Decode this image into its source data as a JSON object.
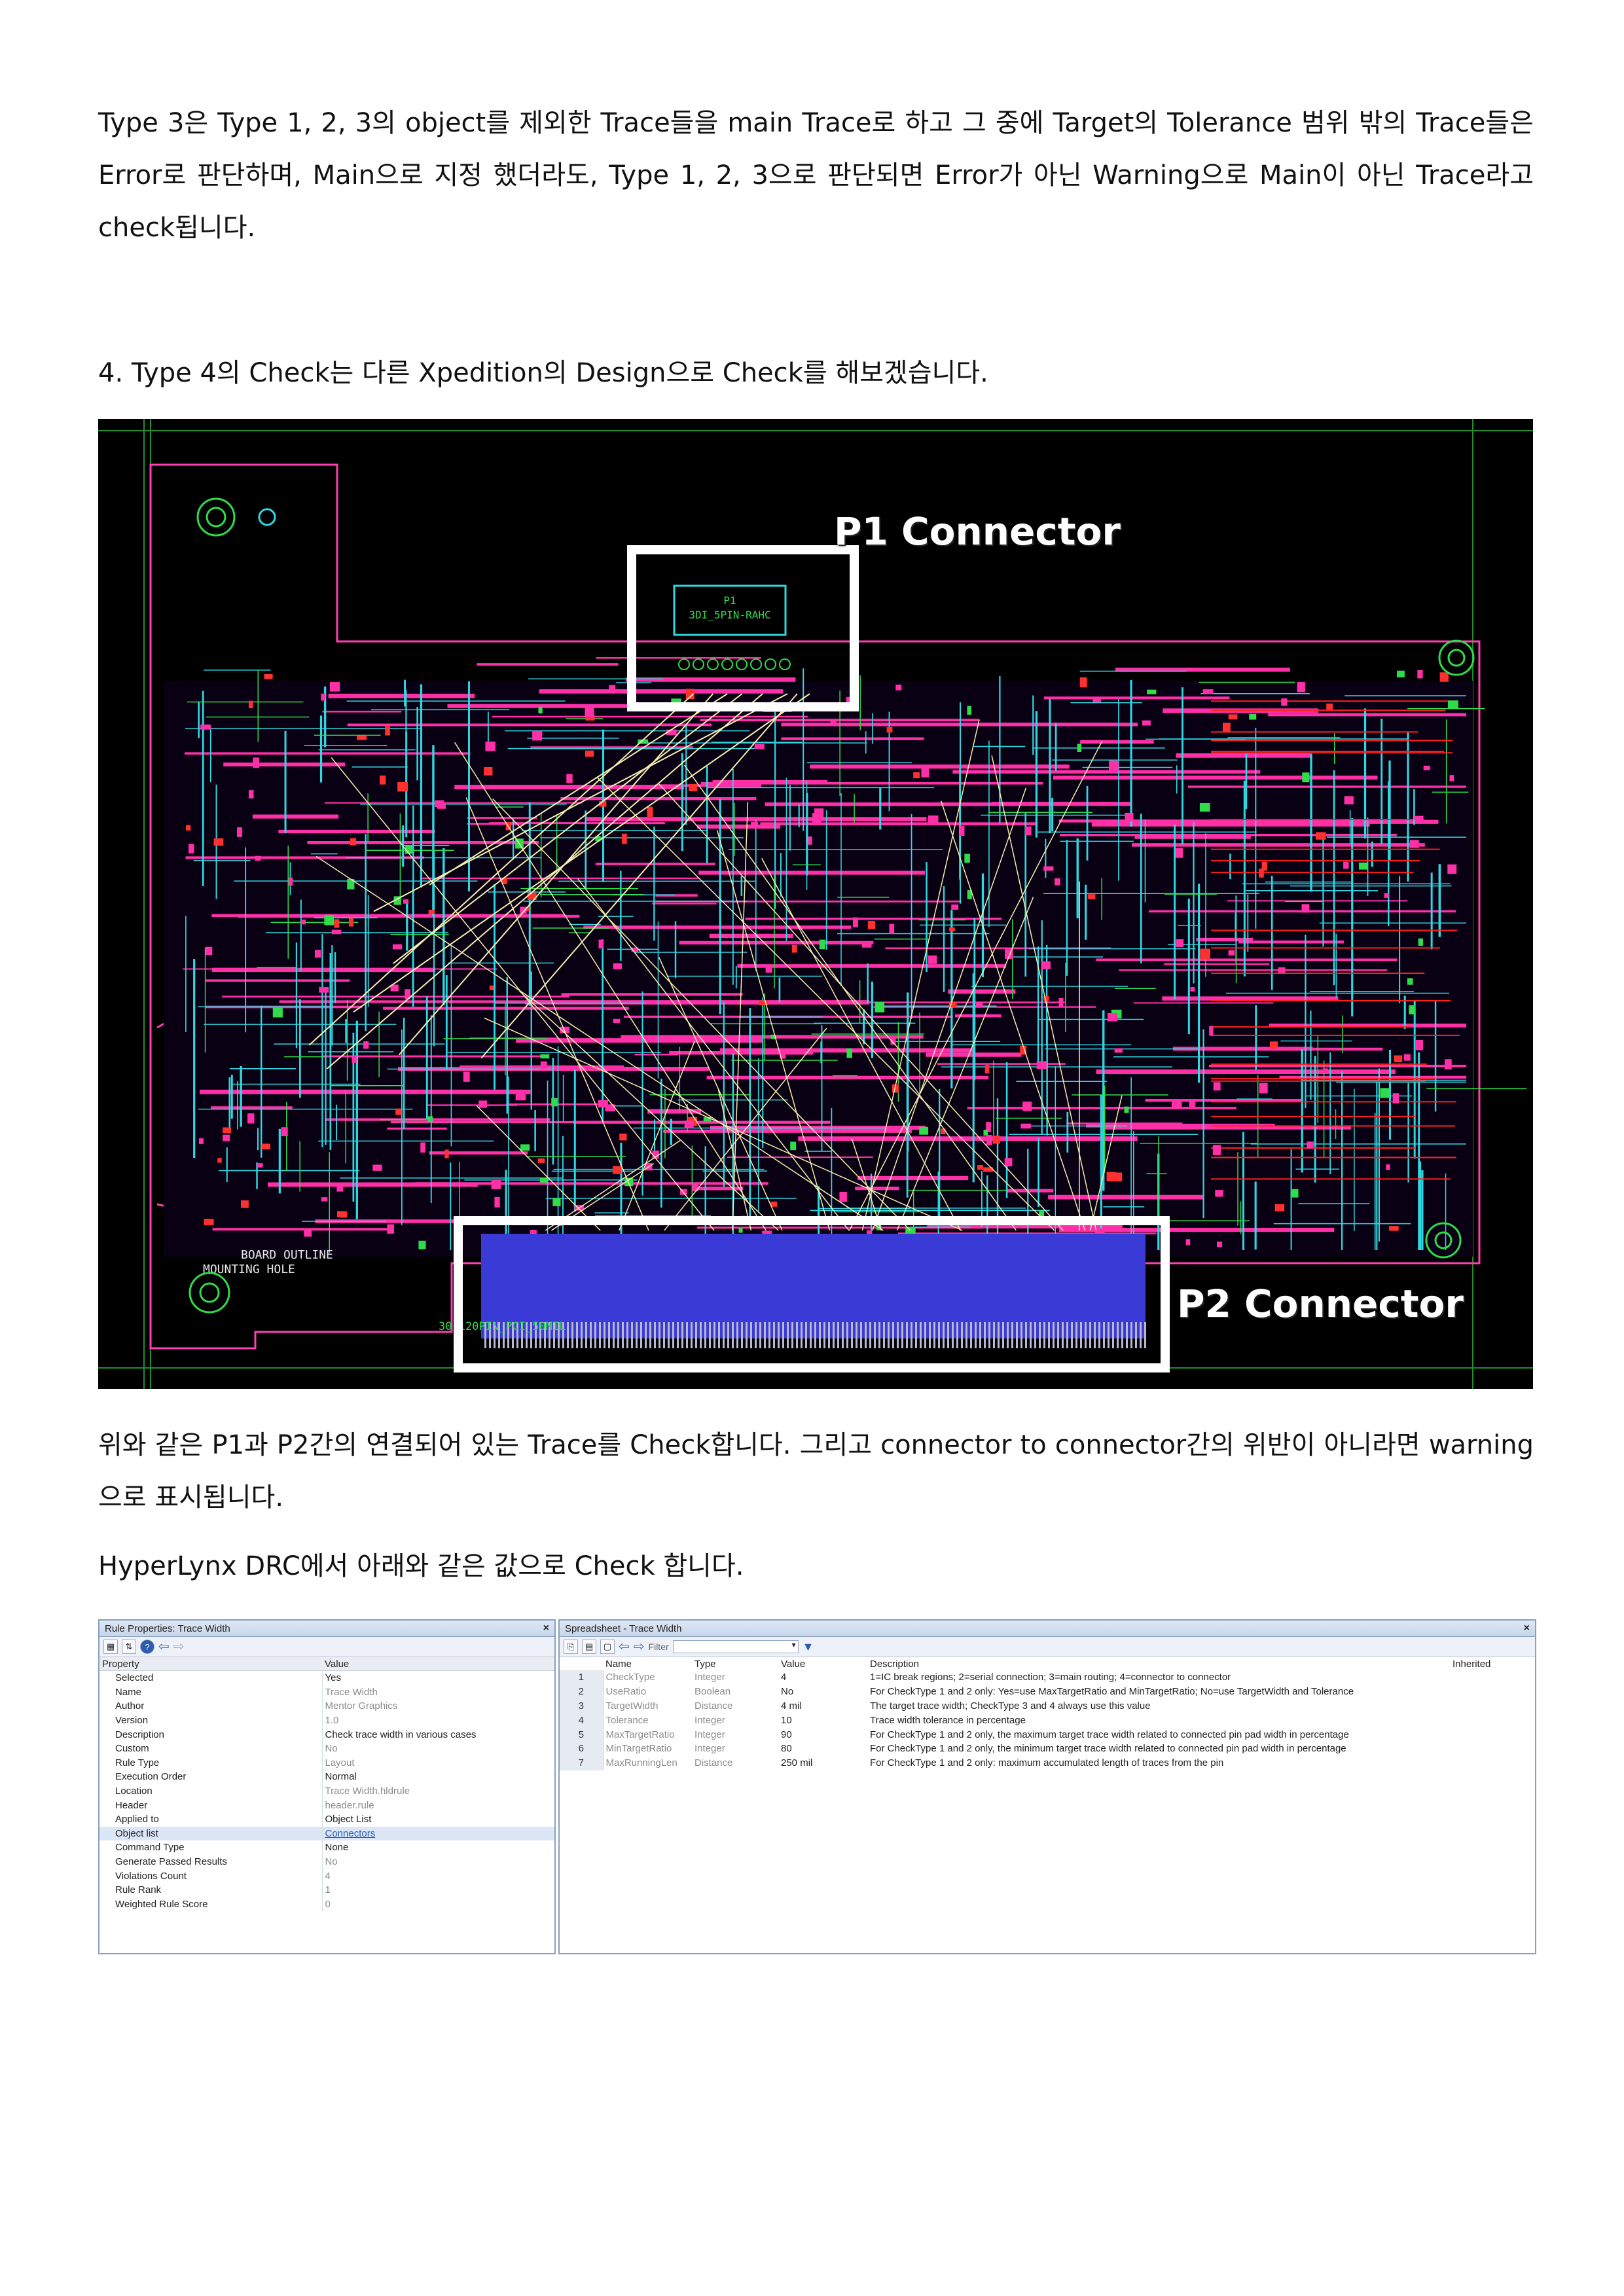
{
  "paragraphs": {
    "p1": "Type 3은 Type 1, 2, 3의 object를 제외한 Trace들을 main Trace로 하고 그 중에 Target의 Tolerance 범위 밖의 Trace들은 Error로 판단하며, Main으로 지정 했더라도, Type  1, 2, 3으로 판단되면 Error가 아닌 Warning으로 Main이 아닌 Trace라고 check됩니다.",
    "p2": "4. Type 4의 Check는 다른 Xpedition의 Design으로 Check를 해보겠습니다.",
    "p3": "위와 같은 P1과 P2간의 연결되어 있는 Trace를 Check합니다. 그리고 connector to connector간의 위반이 아니라면 warning으로 표시됩니다.",
    "p4": "HyperLynx DRC에서 아래와 같은 값으로 Check 합니다."
  },
  "pcb": {
    "label_p1": "P1 Connector",
    "label_p2": "P2 Connector",
    "p1_ref": "P1",
    "p1_part": "3DI_5PIN-RAHC",
    "p2_part": "30-120PIN_PCI_50MIL",
    "board_outline": "BOARD OUTLINE",
    "mounting_hole": "MOUNTING HOLE",
    "colors": {
      "background": "#000000",
      "trace_pink": "#ff2fa8",
      "trace_cyan": "#2fd8e0",
      "trace_green": "#2fdc4a",
      "connector_blue": "#3a3ad6",
      "highlight": "#ffffff"
    }
  },
  "rule_panel": {
    "title": "Rule Properties: Trace Width",
    "close": "×",
    "col_property": "Property",
    "col_value": "Value",
    "rows": [
      {
        "name": "Selected",
        "value": "Yes"
      },
      {
        "name": "Name",
        "value": "Trace Width"
      },
      {
        "name": "Author",
        "value": "Mentor Graphics"
      },
      {
        "name": "Version",
        "value": "1.0"
      },
      {
        "name": "Description",
        "value": "Check trace width in various cases"
      },
      {
        "name": "Custom",
        "value": "No"
      },
      {
        "name": "Rule Type",
        "value": "Layout"
      },
      {
        "name": "Execution Order",
        "value": "Normal"
      },
      {
        "name": "Location",
        "value": "Trace Width.hldrule"
      },
      {
        "name": "Header",
        "value": "header.rule"
      },
      {
        "name": "Applied to",
        "value": "Object List"
      },
      {
        "name": "Object list",
        "value": "Connectors"
      },
      {
        "name": "Command Type",
        "value": "None"
      },
      {
        "name": "Generate Passed Results",
        "value": "No"
      },
      {
        "name": "Violations Count",
        "value": "4"
      },
      {
        "name": "Rule Rank",
        "value": "1"
      },
      {
        "name": "Weighted Rule Score",
        "value": "0"
      }
    ]
  },
  "spreadsheet": {
    "title": "Spreadsheet - Trace Width",
    "close": "×",
    "filter_label": "Filter",
    "headers": {
      "name": "Name",
      "type": "Type",
      "value": "Value",
      "description": "Description",
      "inherited": "Inherited"
    },
    "rows": [
      {
        "idx": "1",
        "name": "CheckType",
        "type": "Integer",
        "value": "4",
        "description": "1=IC break regions; 2=serial connection; 3=main routing; 4=connector to connector"
      },
      {
        "idx": "2",
        "name": "UseRatio",
        "type": "Boolean",
        "value": "No",
        "description": "For CheckType 1 and 2 only: Yes=use MaxTargetRatio and MinTargetRatio; No=use TargetWidth and Tolerance"
      },
      {
        "idx": "3",
        "name": "TargetWidth",
        "type": "Distance",
        "value": "4 mil",
        "description": "The target trace width; CheckType 3 and 4 always use this value"
      },
      {
        "idx": "4",
        "name": "Tolerance",
        "type": "Integer",
        "value": "10",
        "description": "Trace width tolerance in percentage"
      },
      {
        "idx": "5",
        "name": "MaxTargetRatio",
        "type": "Integer",
        "value": "90",
        "description": "For CheckType 1 and 2 only, the maximum target trace width related to connected pin pad width in percentage"
      },
      {
        "idx": "6",
        "name": "MinTargetRatio",
        "type": "Integer",
        "value": "80",
        "description": "For CheckType 1 and 2 only, the minimum target trace width related to connected pin pad width in percentage"
      },
      {
        "idx": "7",
        "name": "MaxRunningLen",
        "type": "Distance",
        "value": "250 mil",
        "description": "For CheckType 1 and 2 only: maximum accumulated length of traces from the pin"
      }
    ]
  }
}
